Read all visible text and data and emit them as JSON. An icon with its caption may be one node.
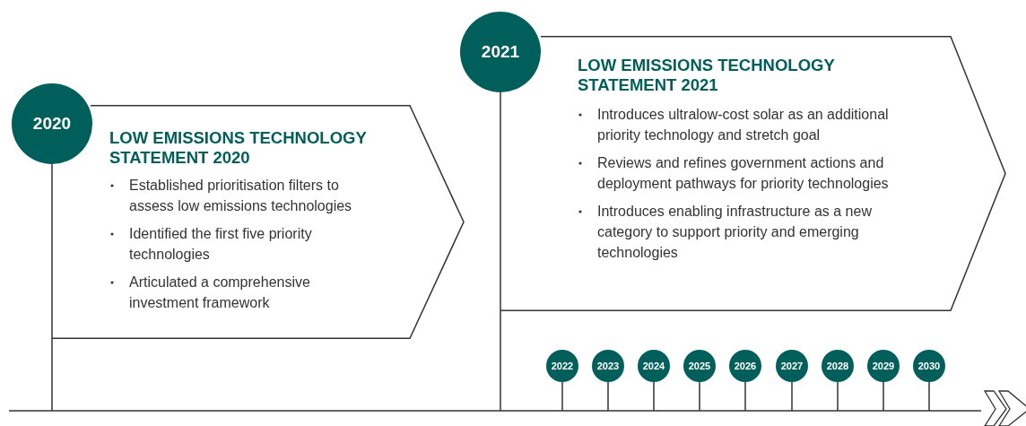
{
  "diagram": {
    "nodes": [
      {
        "text": [
          "2020"
        ]
      },
      {
        "text": [
          "LOW EMISSIONS TECHNOLOGY STATEMENT 2020",
          "Established prioritisation filters to assess low emissions technologies",
          "Identified the first five priority technologies",
          "Articulated a comprehensive investment framework"
        ]
      },
      {
        "text": [
          "2021"
        ]
      },
      {
        "text": [
          "LOW EMISSIONS TECHNOLOGY STATEMENT 2021",
          "Introduces ultralow-cost solar as an additional priority technology and stretch goal",
          "Reviews and refines government actions and deployment pathways for priority technologies",
          "Introduces enabling infrastructure as a new category to support priority and emerging technologies"
        ]
      },
      {
        "text": [
          "2022"
        ]
      },
      {
        "text": [
          "2023"
        ]
      },
      {
        "text": [
          "2024"
        ]
      },
      {
        "text": [
          "2025"
        ]
      },
      {
        "text": [
          "2026"
        ]
      },
      {
        "text": [
          "2027"
        ]
      },
      {
        "text": [
          "2028"
        ]
      },
      {
        "text": [
          "2029"
        ]
      },
      {
        "text": [
          "2030"
        ]
      },
      {
        "text": [],
        "shape": "bar"
      }
    ],
    "edges": [
      {
        "from": 0,
        "to": 13,
        "arrow": "none"
      },
      {
        "from": 2,
        "to": 13,
        "arrow": "none"
      },
      {
        "from": 4,
        "to": 13,
        "arrow": "none"
      },
      {
        "from": 5,
        "to": 13,
        "arrow": "none"
      },
      {
        "from": 6,
        "to": 13,
        "arrow": "none"
      },
      {
        "from": 7,
        "to": 13,
        "arrow": "none"
      },
      {
        "from": 8,
        "to": 13,
        "arrow": "none"
      },
      {
        "from": 9,
        "to": 13,
        "arrow": "none"
      },
      {
        "from": 10,
        "to": 13,
        "arrow": "none"
      },
      {
        "from": 11,
        "to": 13,
        "arrow": "none"
      },
      {
        "from": 12,
        "to": 13,
        "arrow": "none"
      }
    ]
  }
}
